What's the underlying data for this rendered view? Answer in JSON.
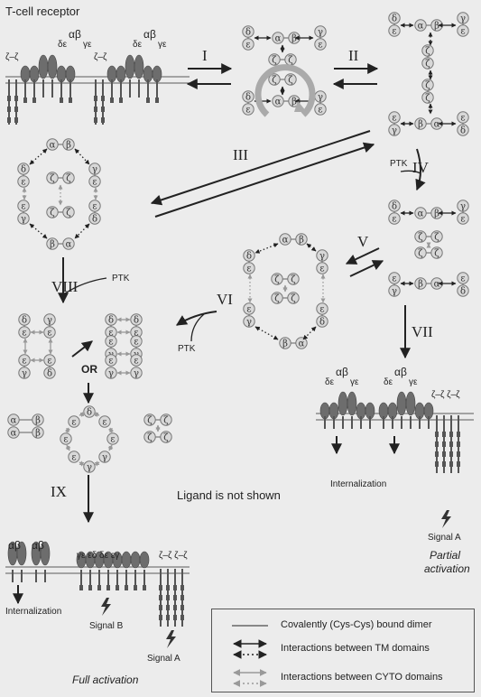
{
  "title": "T-cell receptor",
  "roman": [
    "I",
    "II",
    "III",
    "IV",
    "V",
    "VI",
    "VII",
    "VIII",
    "IX"
  ],
  "ptk": "PTK",
  "or": "OR",
  "alpha_beta": "αβ",
  "delta_eps": "δε",
  "gamma_eps": "γε",
  "ge_ed_de_eg": "γε  εδ  δε  εγ",
  "zeta_zeta": "ζ–ζ",
  "zeta_quad": "ζ–ζ ζ–ζ",
  "ligand_note": "Ligand is not shown",
  "internalization": "Internalization",
  "signal_a": "Signal A",
  "signal_b": "Signal B",
  "partial_activation": [
    "Partial",
    "activation"
  ],
  "full_activation": "Full activation",
  "legend": {
    "items": [
      "Covalently (Cys-Cys) bound dimer",
      "Interactions between TM domains",
      "Interactions between CYTO domains"
    ]
  },
  "colors": {
    "background": "#ececec",
    "subunit_fill": "#6d6d6d",
    "circle_fill": "#d8d8d8",
    "tm_arrow": "#222222",
    "cyto_arrow": "#999999"
  }
}
